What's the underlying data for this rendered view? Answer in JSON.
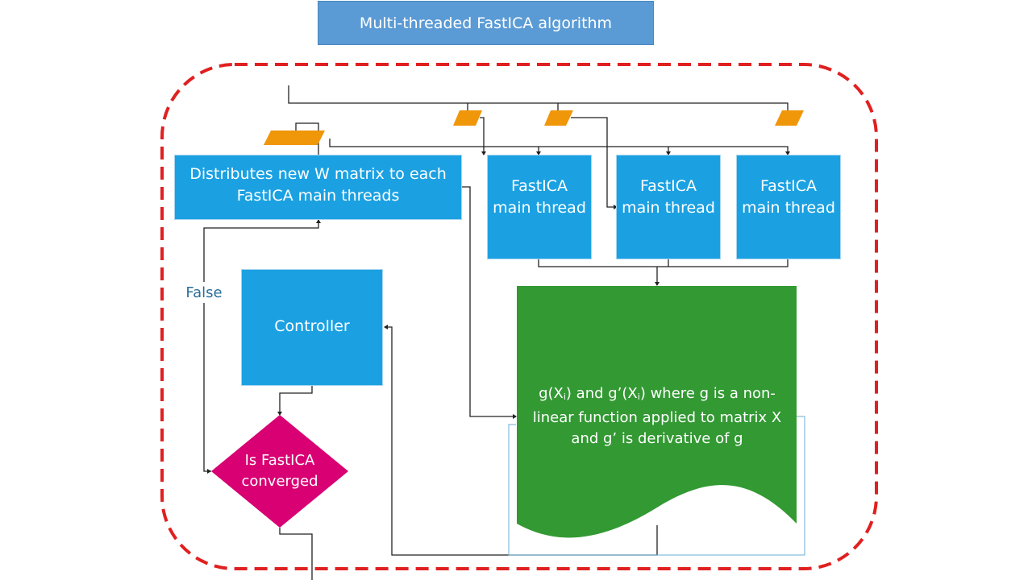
{
  "title": "Multi-threaded FastICA algorithm",
  "distribute_box": "Distributes new W matrix to each\nFastICA main threads",
  "threads": [
    {
      "label": "FastICA\nmain thread"
    },
    {
      "label": "FastICA\nmain thread"
    },
    {
      "label": "FastICA\nmain thread"
    }
  ],
  "controller": "Controller",
  "green_doc": {
    "g_prefix": "g(X",
    "sub_i": "i",
    "mid1": ") and g’(X",
    "mid2": ") where g is a non-linear function applied to matrix X and g’ is derivative of g"
  },
  "decision": "Is  FastICA\nconverged",
  "false_label": "False",
  "colors": {
    "title_bg": "#5b9bd5",
    "process_bg": "#1ba1e2",
    "document_bg": "#339933",
    "decision_bg": "#d80073",
    "data_bg": "#f09609",
    "boundary": "#e02020"
  }
}
